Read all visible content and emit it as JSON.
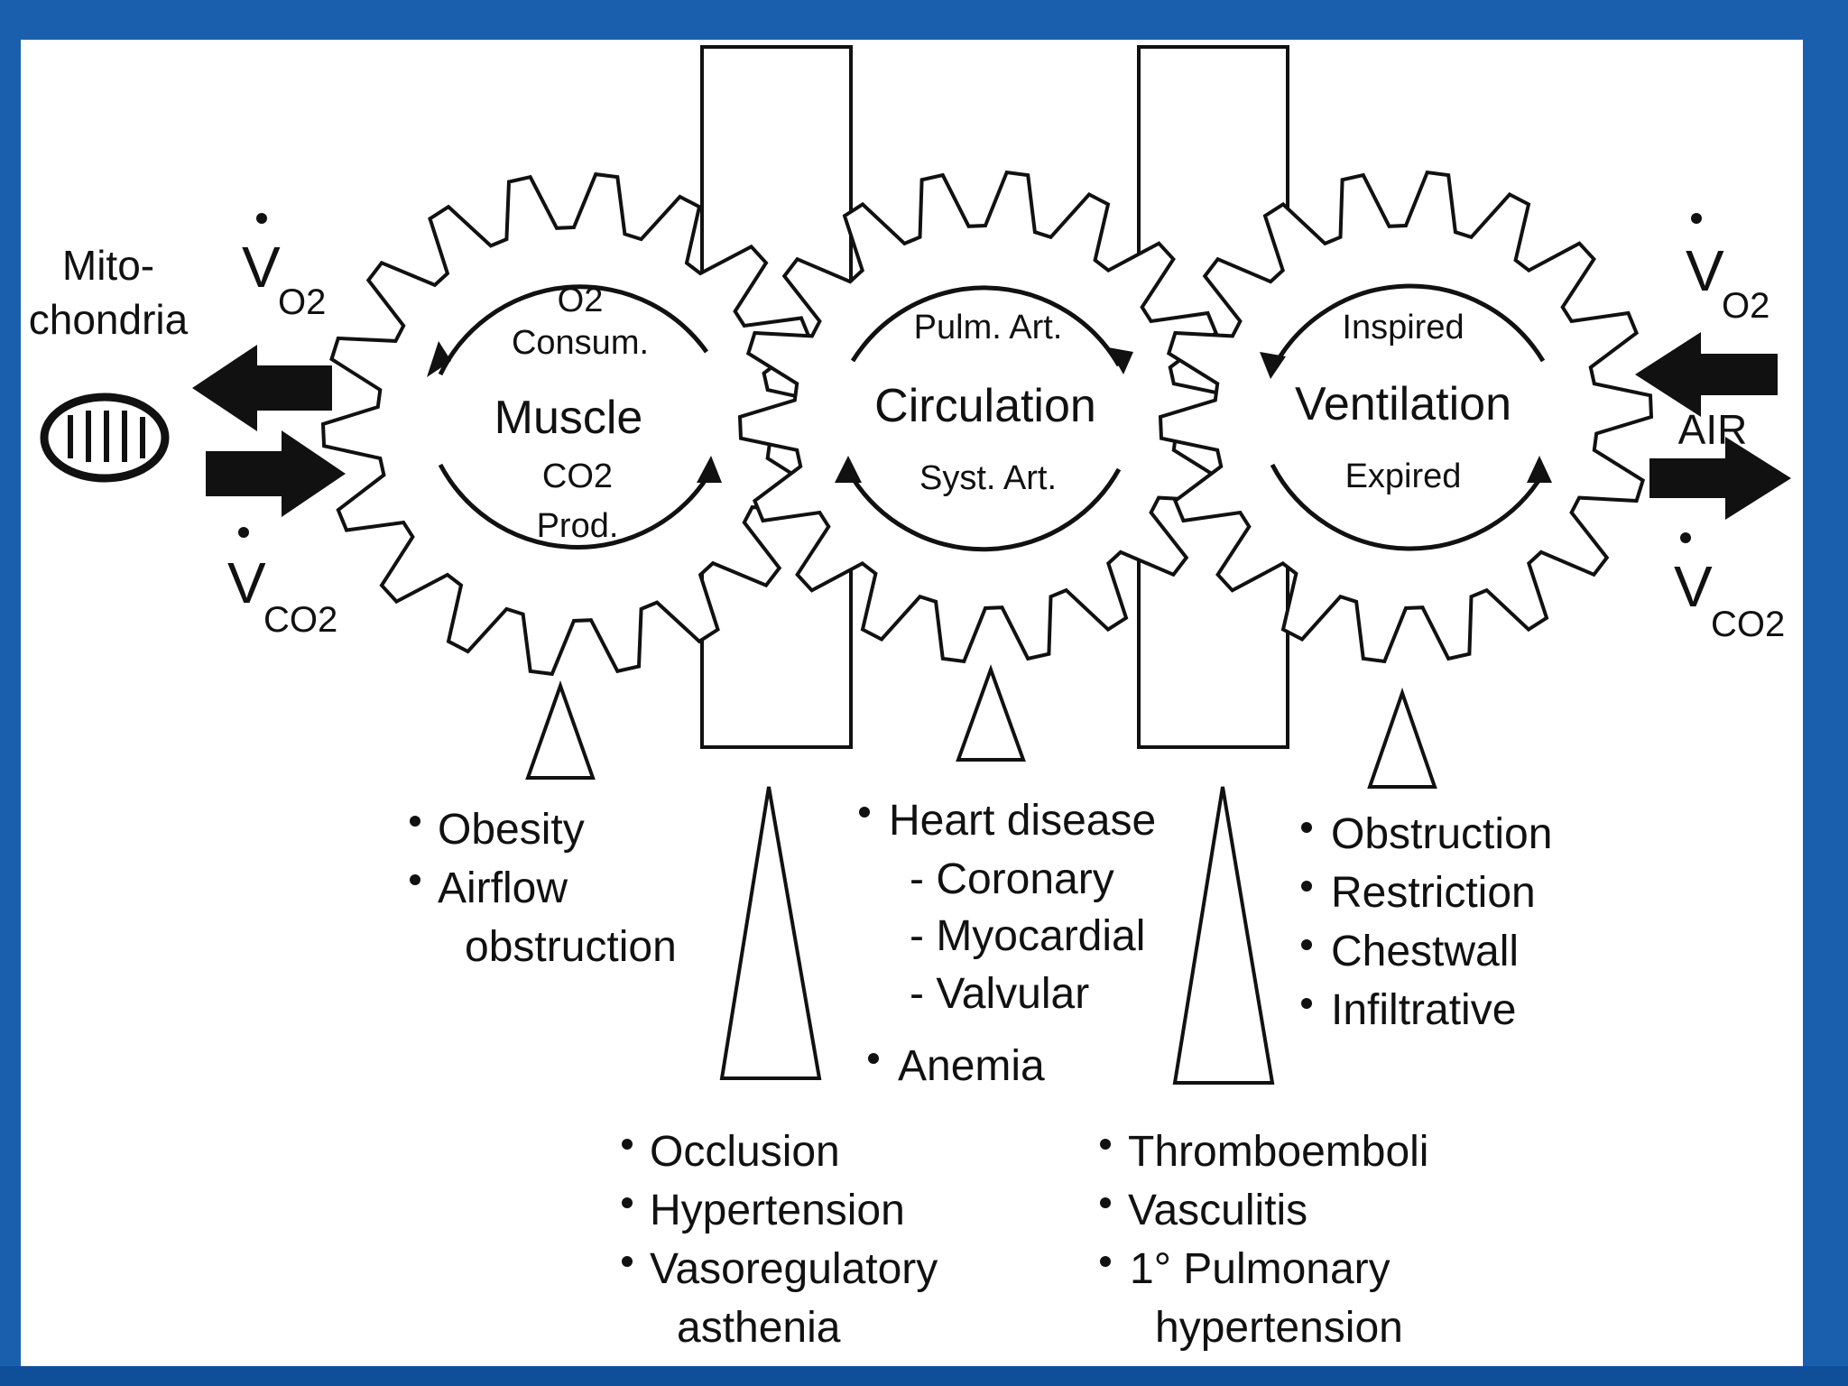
{
  "left_block": {
    "mitochondria_line1": "Mito-",
    "mitochondria_line2": "chondria",
    "vo2_symbol": "V",
    "vo2_sub": "O2",
    "vco2_symbol": "V",
    "vco2_sub": "CO2"
  },
  "right_block": {
    "vo2_symbol": "V",
    "vo2_sub": "O2",
    "air_label": "AIR",
    "vco2_symbol": "V",
    "vco2_sub": "CO2"
  },
  "gears": {
    "muscle": {
      "top1": "O2",
      "top2": "Consum.",
      "title": "Muscle",
      "bottom1": "CO2",
      "bottom2": "Prod."
    },
    "circulation": {
      "top": "Pulm. Art.",
      "title": "Circulation",
      "bottom": "Syst. Art."
    },
    "ventilation": {
      "top": "Inspired",
      "title": "Ventilation",
      "bottom": "Expired"
    }
  },
  "lists": {
    "muscle": [
      "Obesity",
      "Airflow",
      "obstruction"
    ],
    "heart": [
      "Heart disease",
      "- Coronary",
      "- Myocardial",
      "- Valvular",
      "Anemia"
    ],
    "ventilation": [
      "Obstruction",
      "Restriction",
      "Chestwall",
      "Infiltrative"
    ],
    "peripheral": [
      "Occlusion",
      "Hypertension",
      "Vasoregulatory",
      "asthenia"
    ],
    "pulmonary": [
      "Thromboemboli",
      "Vasculitis",
      "1° Pulmonary",
      "hypertension"
    ]
  },
  "colors": {
    "frame": "#1a5fae",
    "panel": "#ffffff",
    "ink": "#111111"
  }
}
